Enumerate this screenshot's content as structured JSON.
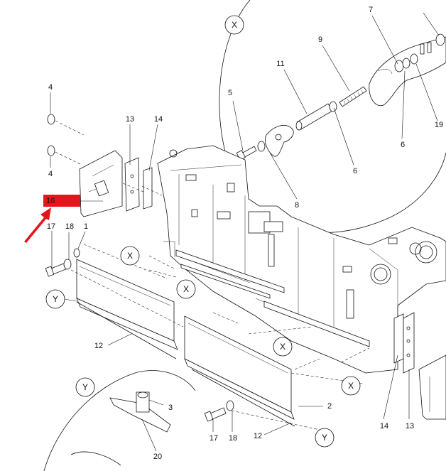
{
  "labels": {
    "p1": "1",
    "p2": "2",
    "p3": "3",
    "p4a": "4",
    "p4b": "4",
    "p5": "5",
    "p6a": "6",
    "p6b": "6",
    "p7": "7",
    "p8": "8",
    "p9": "9",
    "p11": "11",
    "p12a": "12",
    "p12b": "12",
    "p13a": "13",
    "p13b": "13",
    "p14a": "14",
    "p14b": "14",
    "p16": "16",
    "p17a": "17",
    "p17b": "17",
    "p18a": "18",
    "p18b": "18",
    "p19": "19",
    "p20": "20"
  },
  "callouts": {
    "x1": "X",
    "x2": "X",
    "x3": "X",
    "x4": "X",
    "x5": "X",
    "y1": "Y",
    "y2": "Y",
    "y3": "Y"
  },
  "highlight": {
    "color": "#e8141c",
    "arrow_color": "#e8141c"
  }
}
